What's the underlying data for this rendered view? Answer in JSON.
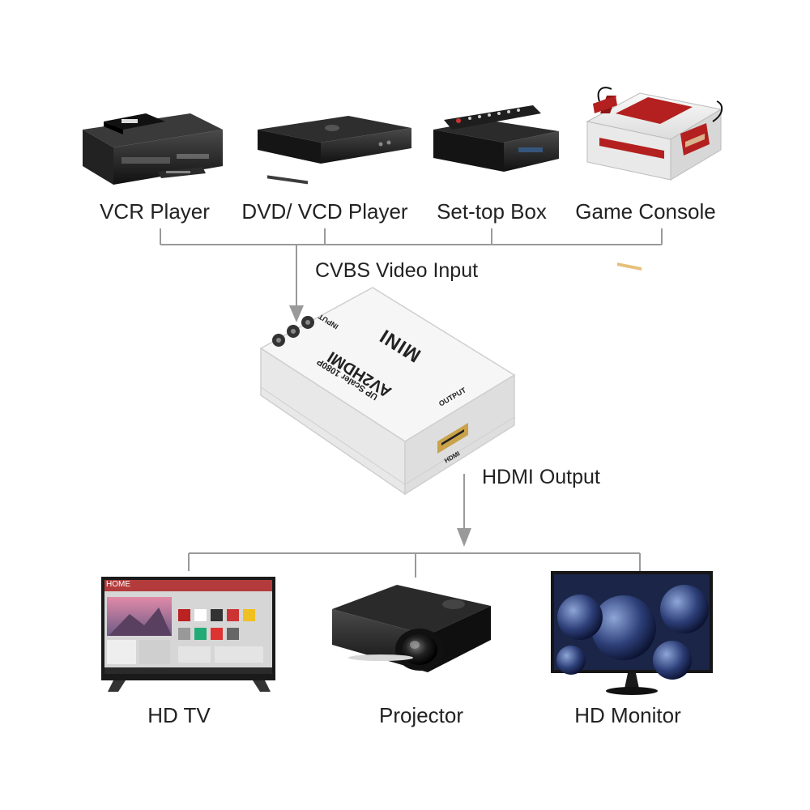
{
  "sources": [
    {
      "label": "VCR Player",
      "icon": "vcr-player-icon"
    },
    {
      "label": "DVD/ VCD Player",
      "icon": "dvd-player-icon"
    },
    {
      "label": "Set-top Box",
      "icon": "set-top-box-icon"
    },
    {
      "label": "Game Console",
      "icon": "game-console-icon"
    }
  ],
  "input_label": "CVBS Video Input",
  "output_label": "HDMI Output",
  "device": {
    "brand": "MINI",
    "model": "AV2HDMI",
    "subtitle": "UP Scaler 1080P",
    "input_port": "INPUT",
    "output_port": "OUTPUT",
    "hdmi_port": "HDMI"
  },
  "outputs": [
    {
      "label": "HD TV",
      "icon": "hd-tv-icon"
    },
    {
      "label": "Projector",
      "icon": "projector-icon"
    },
    {
      "label": "HD Monitor",
      "icon": "hd-monitor-icon"
    }
  ],
  "tv_screen": {
    "home": "HOME"
  },
  "colors": {
    "line": "#9a9a9a",
    "console_red": "#b3201f",
    "hdmi_gold": "#c9a24a"
  }
}
